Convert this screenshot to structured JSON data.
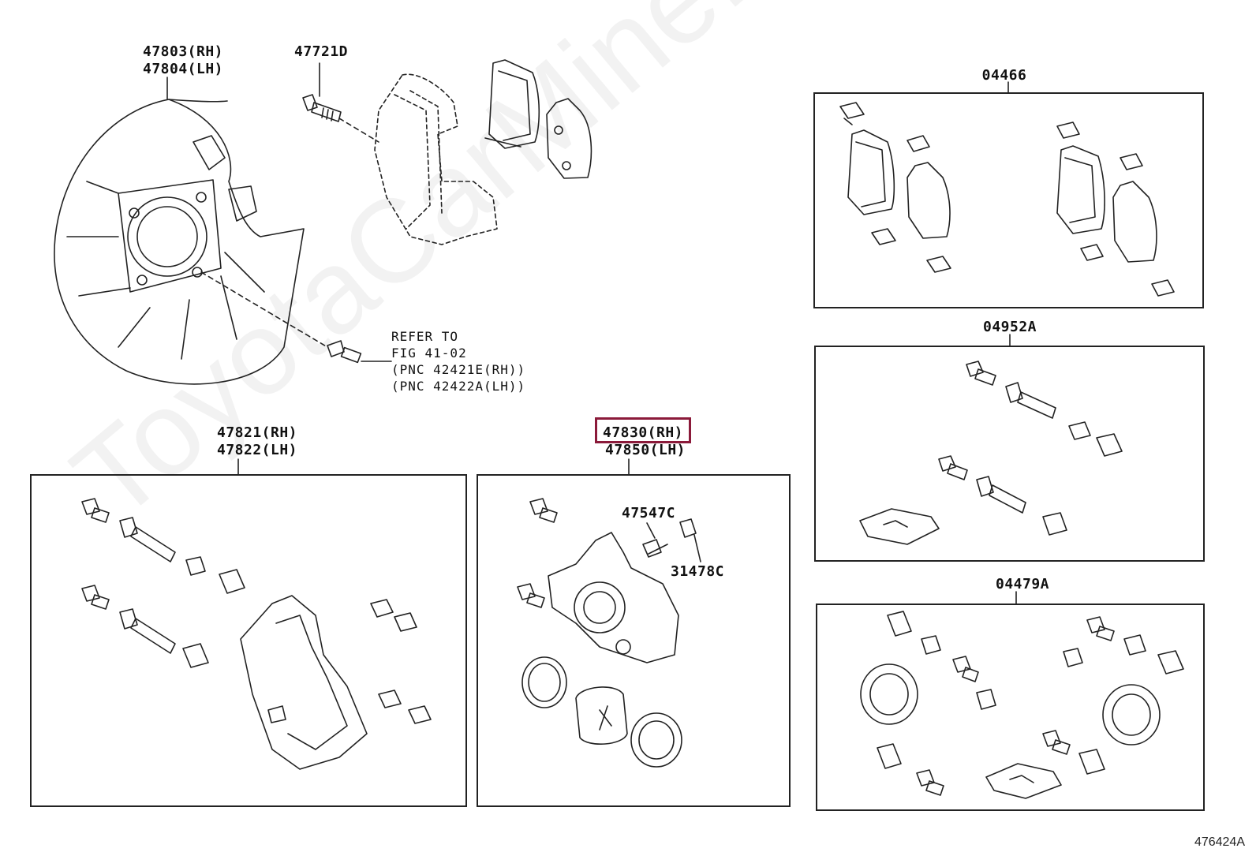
{
  "diagram": {
    "figure_number": "476424A",
    "watermark": "ToyotaCarMine.ru",
    "highlight_color": "#8b1a3a",
    "labels": {
      "dust_cover": [
        "47803(RH)",
        "47804(LH)"
      ],
      "bolt_top": "47721D",
      "pad_kit": "04466",
      "guide_kit": "04952A",
      "refer_to": [
        "REFER TO",
        "FIG 41-02",
        "(PNC 42421E(RH))",
        "(PNC 42422A(LH))"
      ],
      "mounting_group": [
        "47821(RH)",
        "47822(LH)"
      ],
      "caliper": [
        "47830(RH)",
        "47850(LH)"
      ],
      "bleeder": "47547C",
      "bleeder_cap": "31478C",
      "cylinder_kit": "04479A"
    }
  }
}
